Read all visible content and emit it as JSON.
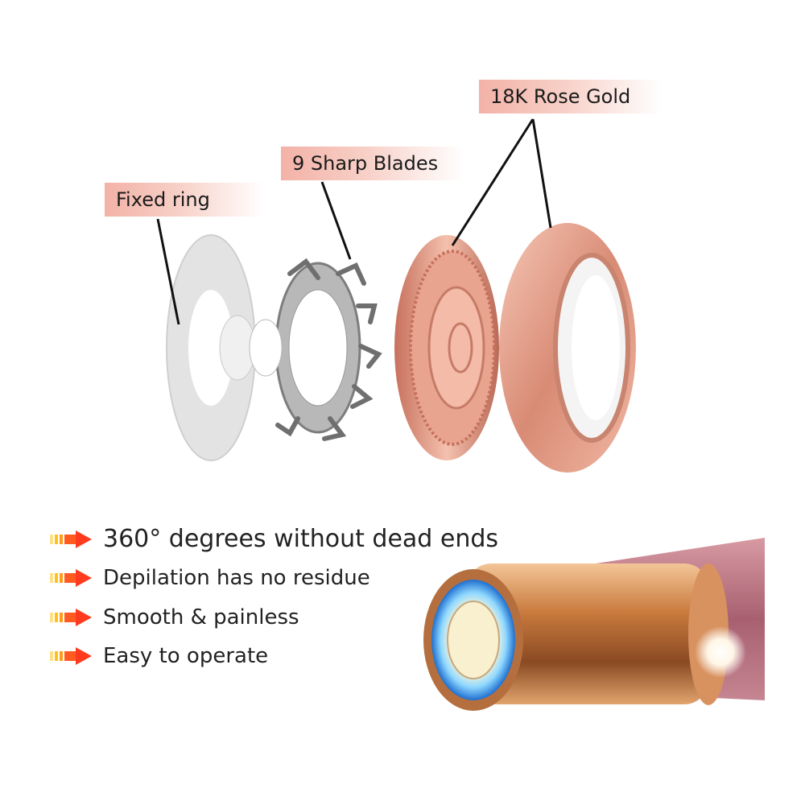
{
  "callouts": {
    "fixed_ring": "Fixed ring",
    "sharp_blades": "9 Sharp Blades",
    "rose_gold": "18K Rose Gold"
  },
  "features": [
    "360° degrees without dead ends",
    "Depilation has no residue",
    "Smooth & painless",
    "Easy to operate"
  ],
  "colors": {
    "label_bg": "#f3b2a7",
    "rose_gold": "#e3a18d",
    "arrow": "#ff3b1f",
    "arrow_tail": "#ffc21a"
  }
}
